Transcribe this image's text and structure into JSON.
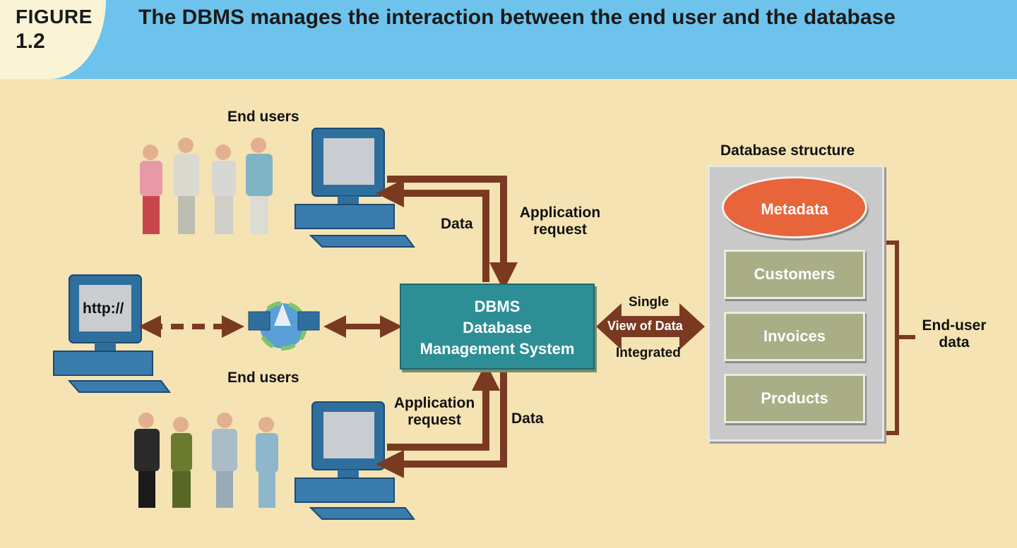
{
  "figure": {
    "word": "FIGURE",
    "number": "1.2",
    "title": "The DBMS manages the interaction between the end user and the database"
  },
  "labels": {
    "end_users_top": "End users",
    "end_users_bottom": "End users",
    "data_top": "Data",
    "application_top_1": "Application",
    "application_top_2": "request",
    "application_bottom_1": "Application",
    "application_bottom_2": "request",
    "data_bottom": "Data",
    "single": "Single",
    "view_of_data": "View of Data",
    "integrated": "Integrated",
    "end_user_data_1": "End-user",
    "end_user_data_2": "data",
    "http": "http://"
  },
  "dbms": {
    "line1": "DBMS",
    "line2": "Database",
    "line3": "Management System"
  },
  "database": {
    "title": "Database structure",
    "metadata": "Metadata",
    "tables": [
      "Customers",
      "Invoices",
      "Products"
    ]
  },
  "colors": {
    "background": "#f5e3b3",
    "header": "#6ec3ec",
    "arrow": "#7a3a22",
    "dbms": "#2e8e96",
    "metadata": "#e8643a",
    "table": "#a9ae86"
  }
}
